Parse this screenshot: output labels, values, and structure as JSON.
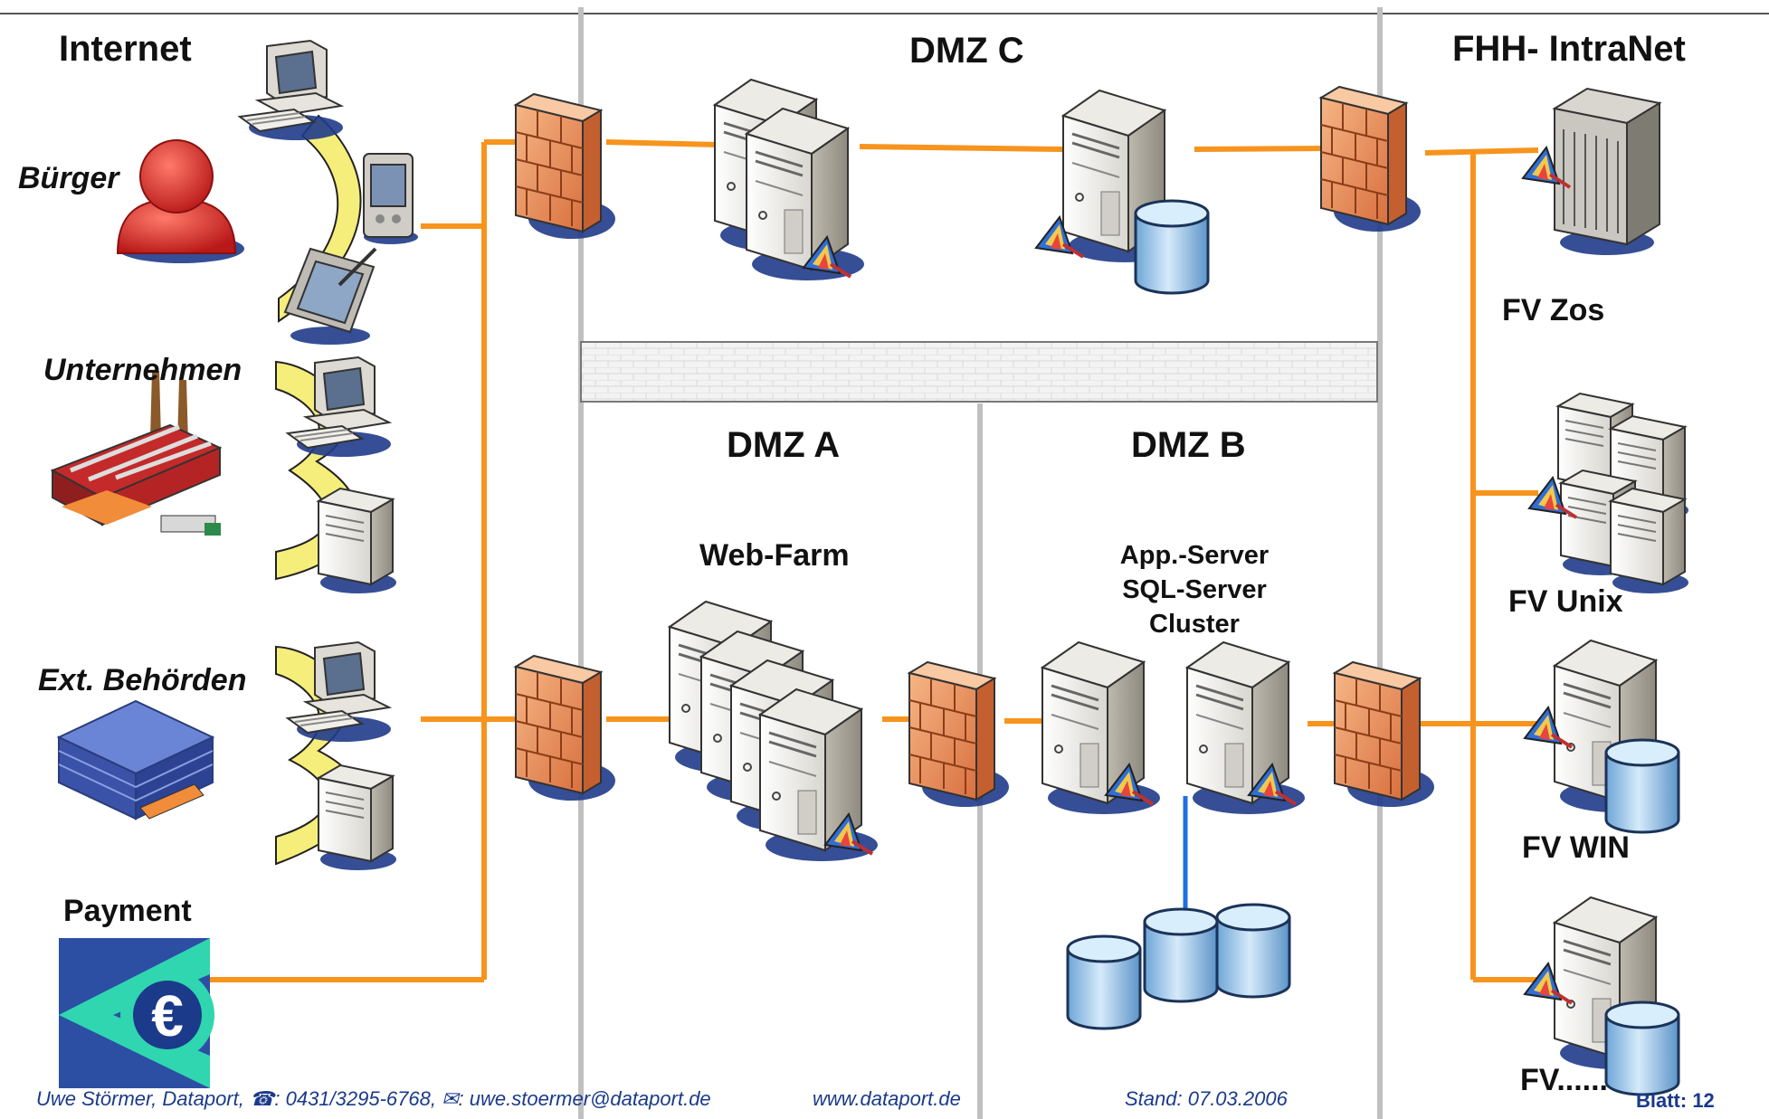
{
  "zones": {
    "internet": "Internet",
    "dmz_c": "DMZ C",
    "intranet": "FHH- IntraNet",
    "dmz_a": "DMZ A",
    "dmz_b": "DMZ B"
  },
  "actors": {
    "buerger": "Bürger",
    "unternehmen": "Unternehmen",
    "behoerden": "Ext. Behörden",
    "payment": "Payment"
  },
  "labels": {
    "web_farm": "Web-Farm",
    "app_server_lines": [
      "App.-Server",
      "SQL-Server",
      "Cluster"
    ]
  },
  "intranet_systems": [
    "FV Zos",
    "FV Unix",
    "FV WIN",
    "FV......"
  ],
  "footer": {
    "author": "Uwe Störmer, Dataport, ☎: 0431/3295-6768, ✉: uwe.stoermer@dataport.de",
    "website": "www.dataport.de",
    "date": "Stand: 07.03.2006",
    "page": "Blatt: 12"
  },
  "colors": {
    "connection": "#f7941d",
    "cluster_link": "#1f6fe0",
    "separator": "#c0c0c0",
    "firewall": "#e8895a",
    "person": "#d62b2b",
    "payment_bg": "#2c4fa3",
    "payment_accent": "#2fd6b0",
    "disk": "#a9cde8"
  },
  "icons": [
    "person-icon",
    "factory-icon",
    "building-icon",
    "payment-euro-icon",
    "desktop-pc-icon",
    "pda-icon",
    "tablet-icon",
    "tower-pc-icon",
    "firewall-icon",
    "server-icon",
    "database-icon",
    "mainframe-icon",
    "app-badge-icon"
  ]
}
